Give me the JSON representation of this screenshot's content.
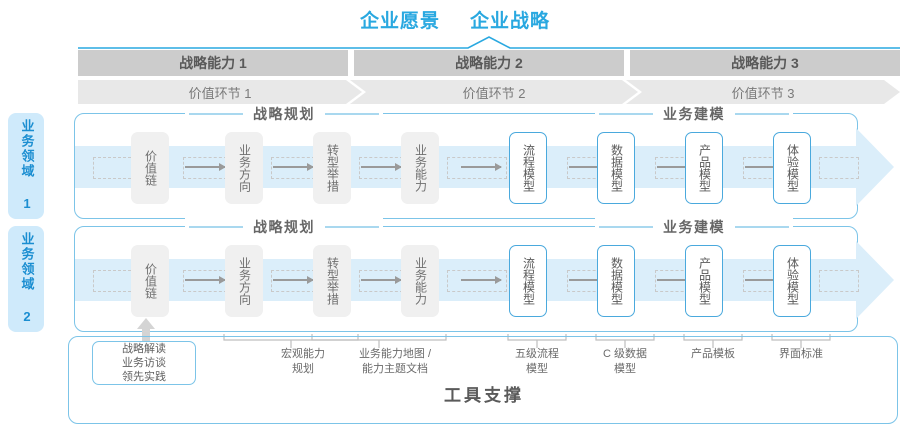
{
  "header": {
    "vision_titles": [
      "企业愿景",
      "企业战略"
    ],
    "accent_color": "#29a8e0"
  },
  "capabilities": [
    {
      "label": "战略能力 1"
    },
    {
      "label": "战略能力 2"
    },
    {
      "label": "战略能力 3"
    }
  ],
  "value_links": [
    {
      "label": "价值环节 1"
    },
    {
      "label": "价值环节 2"
    },
    {
      "label": "价值环节 3"
    }
  ],
  "domains": [
    {
      "label": "业务领域 1"
    },
    {
      "label": "业务领域 2"
    }
  ],
  "sections": [
    {
      "label": "战略规划"
    },
    {
      "label": "业务建模"
    }
  ],
  "steps": [
    {
      "label": "价值链",
      "style": "gray"
    },
    {
      "label": "业务方向",
      "style": "gray"
    },
    {
      "label": "转型举措",
      "style": "gray"
    },
    {
      "label": "业务能力",
      "style": "gray"
    },
    {
      "label": "流程模型",
      "style": "blue"
    },
    {
      "label": "数据模型",
      "style": "blue"
    },
    {
      "label": "产品模型",
      "style": "blue"
    },
    {
      "label": "体验模型",
      "style": "blue"
    }
  ],
  "tools": {
    "title": "工具支撑",
    "chip": {
      "lines": [
        "战略解读",
        "业务访谈",
        "领先实践"
      ]
    },
    "labels": [
      {
        "lines": [
          "宏观能力",
          "规划"
        ]
      },
      {
        "lines": [
          "业务能力地图 /",
          "能力主题文档"
        ]
      },
      {
        "lines": [
          "五级流程",
          "模型"
        ]
      },
      {
        "lines": [
          "C 级数据",
          "模型"
        ]
      },
      {
        "lines": [
          "产品模板"
        ]
      },
      {
        "lines": [
          "界面标准"
        ]
      }
    ]
  },
  "colors": {
    "blue": "#29a8e0",
    "border_blue": "#7cc4e8",
    "band": "#e8f4fb",
    "band_wide": "#dbeefa",
    "gray_box": "#f0f0f0",
    "cap_gray": "#cccccc",
    "val_gray": "#e8e8e8"
  }
}
